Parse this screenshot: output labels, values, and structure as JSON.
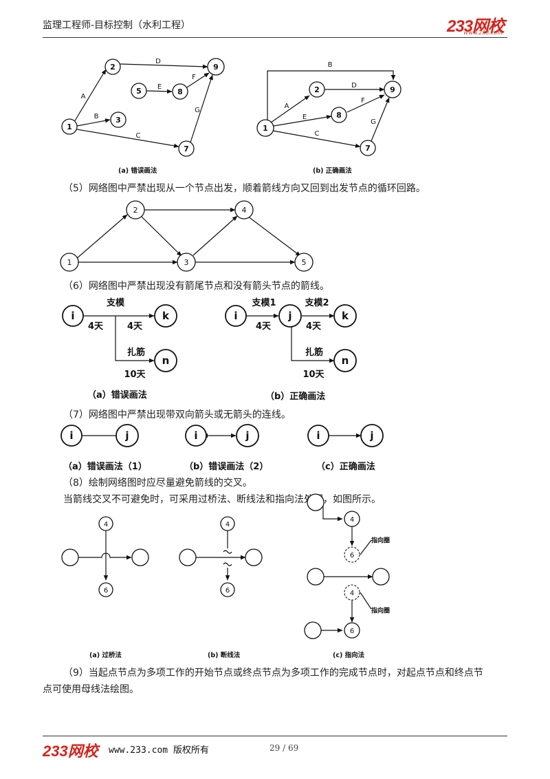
{
  "header": {
    "title": "监理工程师-目标控制（水利工程）",
    "logo": "233网校",
    "logo_url": "www.233.com"
  },
  "fig1": {
    "nodes": [
      "2",
      "9",
      "5",
      "8",
      "1",
      "3",
      "7",
      "2",
      "9",
      "8",
      "1",
      "7"
    ],
    "labels": [
      "D",
      "A",
      "E",
      "F",
      "B",
      "G",
      "C",
      "B",
      "A",
      "D",
      "E",
      "F",
      "C",
      "G"
    ],
    "caption_a": "(a) 错误画法",
    "caption_b": "(b) 正确画法"
  },
  "para5": "（5）网络图中严禁出现从一个节点出发，顺着箭线方向又回到出发节点的循环回路。",
  "fig2": {
    "nodes": [
      "2",
      "4",
      "1",
      "3",
      "5"
    ]
  },
  "para6": "（6）网络图中严禁出现没有箭尾节点和没有箭头节点的箭线。",
  "fig3": {
    "a": {
      "nodes": [
        "i",
        "k",
        "n"
      ],
      "labels": [
        "支模",
        "4天",
        "4天",
        "扎筋",
        "10天"
      ],
      "caption": "（a）错误画法"
    },
    "b": {
      "nodes": [
        "i",
        "j",
        "k",
        "n"
      ],
      "labels": [
        "支模1",
        "支模2",
        "4天",
        "4天",
        "扎筋",
        "10天"
      ],
      "caption": "（b）正确画法"
    }
  },
  "para7": "（7）网络图中严禁出现带双向箭头或无箭头的连线。",
  "fig4": {
    "nodes": [
      "i",
      "j",
      "i",
      "j",
      "i",
      "j"
    ],
    "captions": [
      "（a）错误画法（1）",
      "（b）错误画法（2）",
      "（c）正确画法"
    ]
  },
  "para8a": "（8）绘制网络图时应尽量避免箭线的交叉。",
  "para8b": "当箭线交叉不可避免时，可采用过桥法、断线法和指向法处理，如图所示。",
  "fig5": {
    "nodes": [
      "4",
      "6",
      "4",
      "6",
      "4",
      "6",
      "4",
      "6"
    ],
    "labels": [
      "指向圈",
      "指向圈"
    ],
    "captions": [
      "(a) 过桥法",
      "(b) 断线法",
      "(c) 指向法"
    ]
  },
  "para9a": "（9）当起点节点为多项工作的开始节点或终点节点为多项工作的完成节点时，对起点节点和终点节",
  "para9b": "点可使用母线法绘图。",
  "footer": {
    "logo": "233网校",
    "url": "www.233.com 版权所有",
    "page": "29 / 69"
  }
}
